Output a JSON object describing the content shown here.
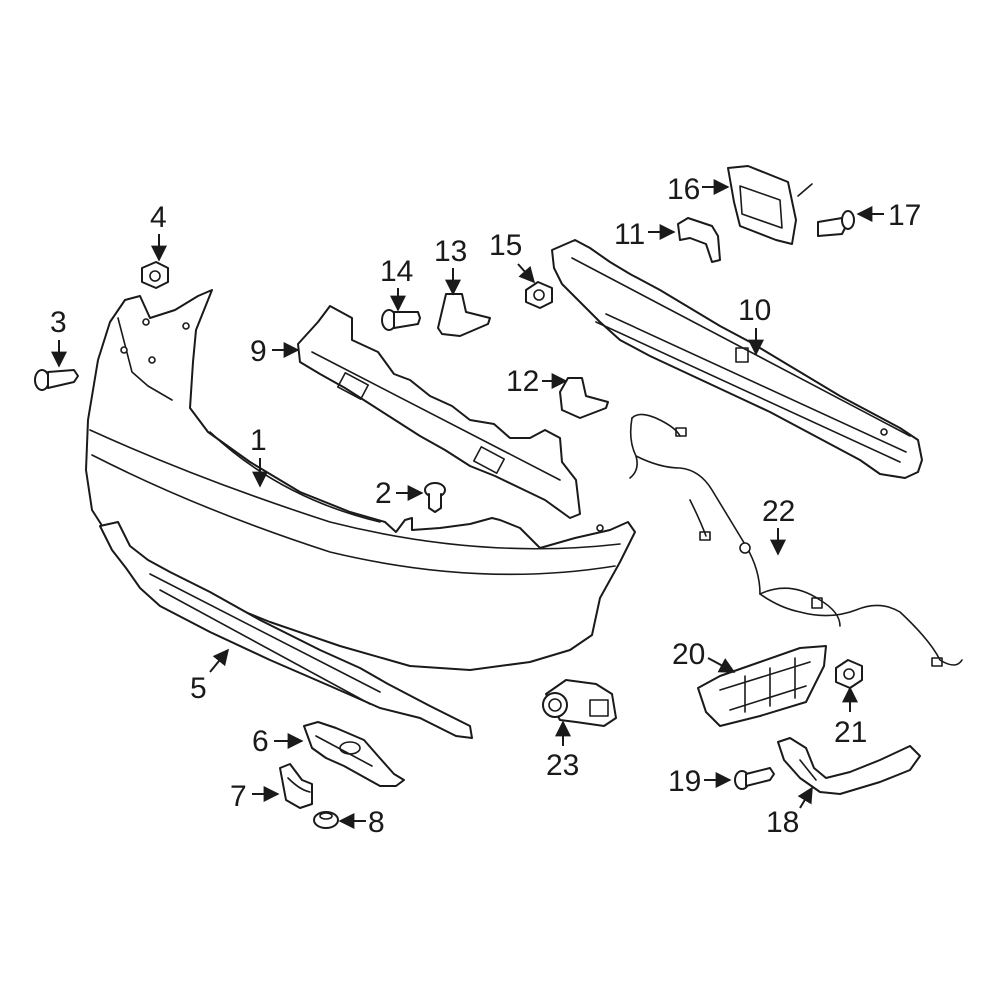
{
  "diagram": {
    "callouts": [
      {
        "label": "1"
      },
      {
        "label": "2"
      },
      {
        "label": "3"
      },
      {
        "label": "4"
      },
      {
        "label": "5"
      },
      {
        "label": "6"
      },
      {
        "label": "7"
      },
      {
        "label": "8"
      },
      {
        "label": "9"
      },
      {
        "label": "10"
      },
      {
        "label": "11"
      },
      {
        "label": "12"
      },
      {
        "label": "13"
      },
      {
        "label": "14"
      },
      {
        "label": "15"
      },
      {
        "label": "16"
      },
      {
        "label": "17"
      },
      {
        "label": "18"
      },
      {
        "label": "19"
      },
      {
        "label": "20"
      },
      {
        "label": "21"
      },
      {
        "label": "22"
      },
      {
        "label": "23"
      }
    ]
  }
}
